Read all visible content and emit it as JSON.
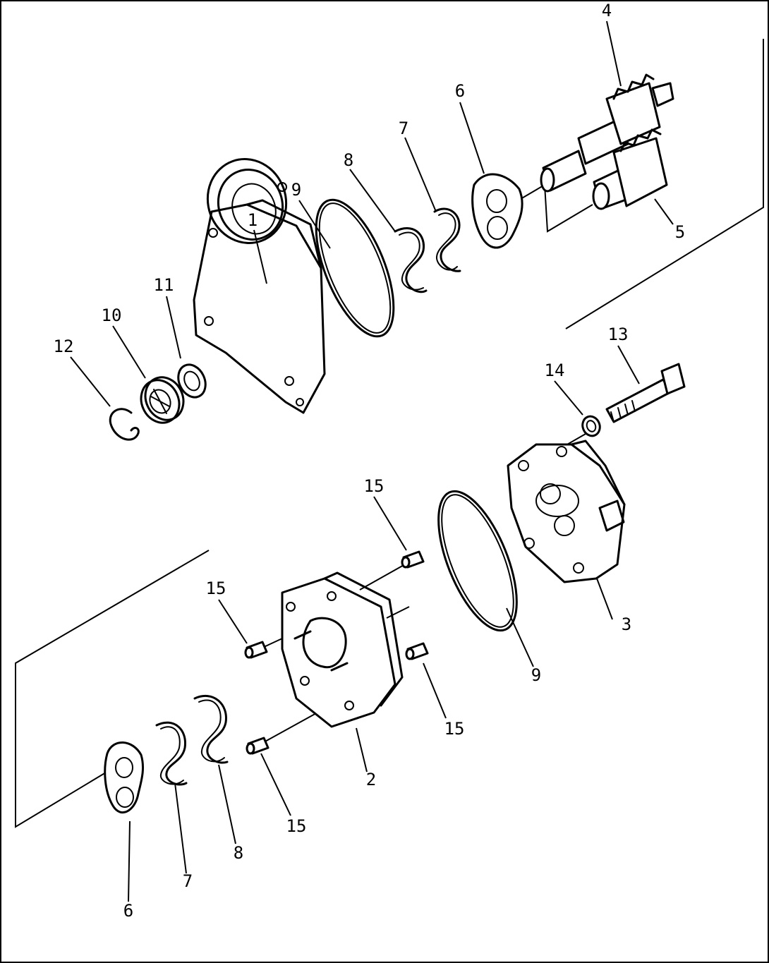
{
  "callouts": {
    "c1": "1",
    "c2": "2",
    "c3": "3",
    "c4": "4",
    "c5": "5",
    "c6a": "6",
    "c6b": "6",
    "c7a": "7",
    "c7b": "7",
    "c8a": "8",
    "c8b": "8",
    "c9a": "9",
    "c9b": "9",
    "c10": "10",
    "c11": "11",
    "c12": "12",
    "c13": "13",
    "c14": "14",
    "c15a": "15",
    "c15b": "15",
    "c15c": "15",
    "c15d": "15"
  }
}
